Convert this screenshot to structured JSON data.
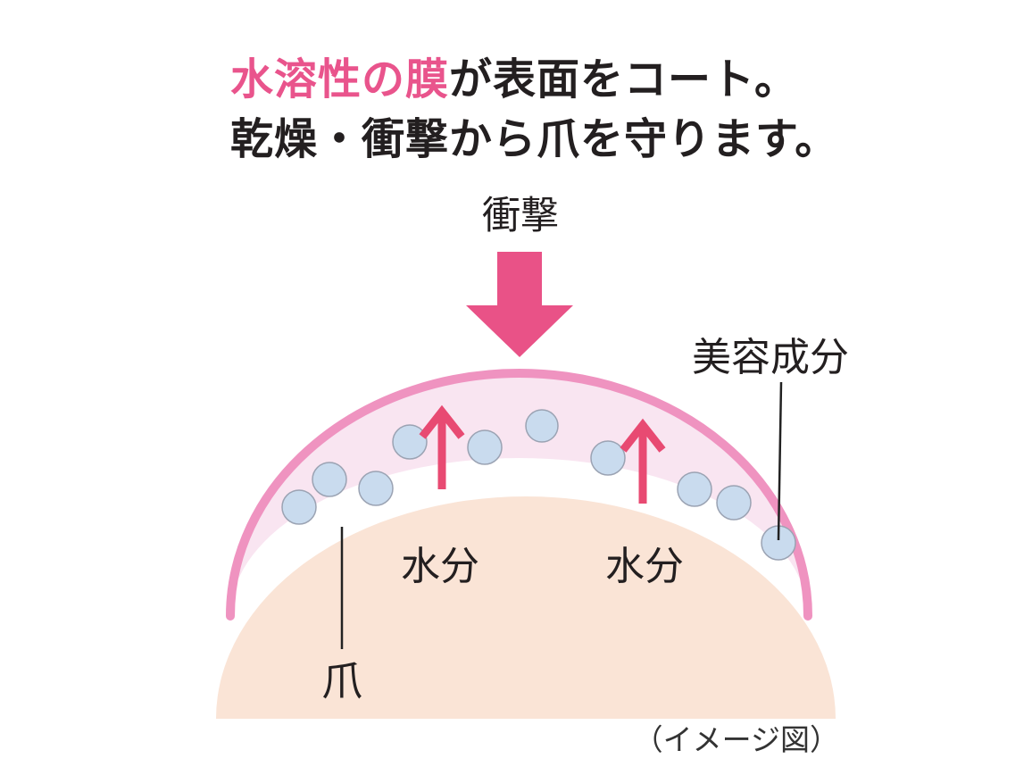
{
  "title": {
    "line1_highlight": "水溶性の膜",
    "line1_rest": "が表面をコート。",
    "line2": "乾燥・衝撃から爪を守ります。"
  },
  "labels": {
    "impact": "衝撃",
    "beauty_ingredient": "美容成分",
    "moisture_left": "水分",
    "moisture_right": "水分",
    "nail": "爪",
    "caption": "（イメージ図）"
  },
  "colors": {
    "title_highlight": "#e9548c",
    "text": "#231f20",
    "impact_arrow": "#e95287",
    "moisture_arrow": "#e84a72",
    "film_border": "#ef93c0",
    "film_fill": "#f9e5f1",
    "nail_fill": "#fae4d6",
    "particle_fill": "#c9dbee",
    "particle_border": "#9ba3b3",
    "leader_line": "#222222"
  },
  "diagram": {
    "description": "Water-soluble film coating the nail surface, holding moisture and beauty ingredients, protecting against impact",
    "particle_count": 10,
    "moisture_arrow_count": 2
  }
}
